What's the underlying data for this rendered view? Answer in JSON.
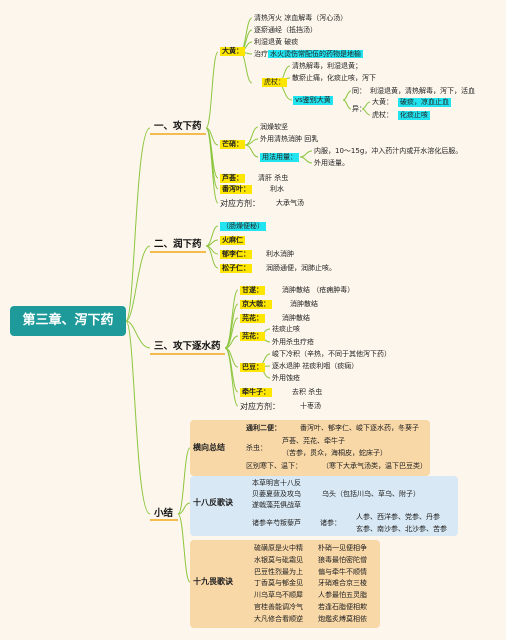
{
  "root": "第三章、泻下药",
  "sec1": {
    "title": "一、攻下药",
    "dahuang": {
      "name": "大黄：",
      "items": [
        "清热泻火 凉血解毒（泻心汤）",
        "逐瘀通经（抵挡汤）",
        "利湿退黄 破痰",
        "治疗"
      ],
      "highlight": "水火烫伤常配伍的药物是地榆",
      "huzhang": "虎杖：",
      "hz_items": [
        "清热解毒，利湿退黄；",
        "散瘀止痛，化痰止咳，泻下"
      ],
      "vs": "vs鉴别大黄",
      "tong": "同：",
      "tong_text": "利湿退黄，清热解毒，泻下，活血",
      "yi": "异：",
      "yi_dh": "大黄：",
      "yi_dh_text": "破痰，凉血止血",
      "yi_hz": "虎杖：",
      "yi_hz_text": "化痰止咳"
    },
    "mangxiao": {
      "name": "芒硝：",
      "items": [
        "润燥软坚",
        "外用清热消肿 回乳"
      ],
      "usage": "用法用量：",
      "usage_items": [
        "内服，10～15g，冲入药汁内或开水溶化后服。",
        "外用适量。"
      ]
    },
    "luhui": {
      "name": "芦荟：",
      "text": "清肝 杀虫"
    },
    "fanxieye": {
      "name": "番泻叶：",
      "text": "利水"
    },
    "formula_label": "对应方剂：",
    "formula": "大承气汤"
  },
  "sec2": {
    "title": "二、润下药",
    "note": "（肠燥便秘）",
    "items": [
      {
        "name": "火麻仁"
      },
      {
        "name": "郁李仁：",
        "text": "利水消肿"
      },
      {
        "name": "松子仁：",
        "text": "润肠通便，润肺止咳。"
      }
    ]
  },
  "sec3": {
    "title": "三、攻下逐水药",
    "items": [
      {
        "name": "甘遂：",
        "texts": [
          "消肿散结 （疮痈肿毒）"
        ]
      },
      {
        "name": "京大戟：",
        "texts": [
          "消肿散结"
        ]
      },
      {
        "name": "芫花：",
        "texts": [
          "消肿散结"
        ]
      },
      {
        "name": "芫花：",
        "texts": [
          "祛痰止咳",
          "外用杀虫疗疮"
        ]
      },
      {
        "name": "巴豆：",
        "texts": [
          "峻下冷积（辛热，不同于其他泻下药）",
          "逐水退肿 祛痰利咽（痰痫）",
          "外用蚀疮"
        ]
      },
      {
        "name": "牵牛子：",
        "texts": [
          "去积 杀虫"
        ]
      }
    ],
    "formula_label": "对应方剂：",
    "formula": "十枣汤"
  },
  "summary": {
    "title": "小结",
    "horizontal": {
      "title": "横向总结",
      "tongli": "通利二便：",
      "tongli_text": "番泻叶、郁李仁、峻下逐水药，冬葵子",
      "shachong": "杀虫：",
      "shachong_items": [
        "芦荟、芫花、牵牛子",
        "（苦参，贯众，海桐皮，蛇床子）"
      ],
      "hanwen": "区别寒下、温下：",
      "hanwen_text": "（寒下大承气汤类，温下巴豆类）"
    },
    "eighteen": {
      "title": "十八反歌诀",
      "lines": [
        "本草明言十八反",
        "贝蒌夏蔹及攻乌",
        "遂戟藻芫俱战草"
      ],
      "wu": "乌头（包括川乌、草乌、附子）",
      "shen_line": "诸参辛芍叛藜芦",
      "shen_label": "诸参：",
      "shen_items": [
        "人参、西洋参、党参、丹参",
        "玄参、南沙参、北沙参、苦参"
      ]
    },
    "nineteen": {
      "title": "十九畏歌诀",
      "left": [
        "硫磺原是火中精",
        "水银莫与砒霜见",
        "巴豆性烈最为上",
        "丁香莫与郁金见",
        "川乌草乌不顺犀",
        "官桂善能调冷气",
        "大凡修合看顺逆"
      ],
      "right": [
        "朴硝一见便相争",
        "狼毒最怕密陀僧",
        "偏与牵牛不顺情",
        "牙硝难合京三棱",
        "人参最怕五灵脂",
        "若逢石脂便相欺",
        "炮爁炙煿莫相依"
      ]
    }
  }
}
